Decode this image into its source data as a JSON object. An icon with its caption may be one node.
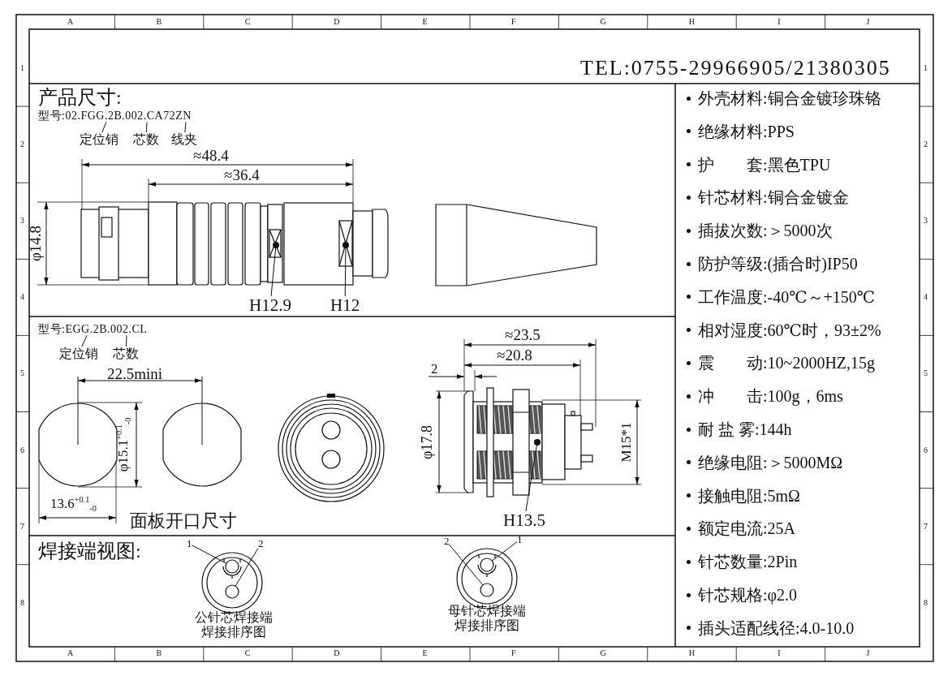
{
  "diagram": {
    "nodes": [
      {
        "text": [
          "型号:02.FGG.2B.002.CA72ZN"
        ]
      },
      {
        "text": [
          "定位销"
        ]
      },
      {
        "text": [
          "芯数"
        ]
      },
      {
        "text": [
          "线夹"
        ]
      },
      {
        "text": [
          "H12.9"
        ]
      },
      {
        "text": [
          "H12"
        ]
      },
      {
        "text": [
          "型号:EGG.2B.002.CL"
        ]
      },
      {
        "text": [
          "定位销"
        ]
      },
      {
        "text": [
          "芯数"
        ]
      },
      {
        "text": [
          "H13.5"
        ]
      },
      {
        "text": [
          "1"
        ]
      },
      {
        "text": [
          "2"
        ]
      },
      {
        "text": [],
        "shape": "circle"
      },
      {
        "text": [],
        "shape": "circle"
      },
      {
        "text": [
          "2"
        ]
      },
      {
        "text": [
          "1"
        ]
      },
      {
        "text": [],
        "shape": "circle"
      },
      {
        "text": [],
        "shape": "circle"
      }
    ],
    "edges": [
      {
        "from": 1,
        "to": 0,
        "arrow": "none"
      },
      {
        "from": 2,
        "to": 0,
        "arrow": "none"
      },
      {
        "from": 3,
        "to": 0,
        "arrow": "none"
      },
      {
        "from": 4,
        "to": null,
        "arrow": "other"
      },
      {
        "from": 5,
        "to": null,
        "arrow": "other"
      },
      {
        "from": 7,
        "to": 6,
        "arrow": "none"
      },
      {
        "from": 8,
        "to": 6,
        "arrow": "none"
      },
      {
        "from": 9,
        "to": null,
        "arrow": "other"
      },
      {
        "from": 10,
        "to": 12,
        "arrow": "none"
      },
      {
        "from": 11,
        "to": 13,
        "arrow": "none"
      },
      {
        "from": 14,
        "to": 17,
        "arrow": "none"
      },
      {
        "from": 15,
        "to": 16,
        "arrow": "none"
      }
    ],
    "labels": [
      "A",
      "B",
      "C",
      "D",
      "E",
      "F",
      "G",
      "H",
      "I",
      "J",
      "TEL:0755-29966905/21380305",
      "产品尺寸:",
      "≈48.4",
      "≈36.4",
      "φ14.8",
      "22.5mini",
      "φ15.1$^{+0.1}$$_{-0}$",
      "13.6$^{+0.1}$$_{-0}$",
      "面板开口尺寸",
      "≈23.5",
      "≈20.8",
      "2",
      "φ17.8",
      "M15*1",
      "焊接端视图:",
      "公针芯焊接端焊接排序图",
      "母针芯焊接端焊接排序图",
      "外壳材料:铜合金镀珍珠铬",
      "绝缘材料:PPS",
      "护　　套:黑色TPU",
      "针芯材料:铜合金镀金",
      "插拔次数:＞5000次",
      "防护等级:(插合时)IP50",
      "工作温度:-40℃～+150℃",
      "相对湿度:60℃时，93±2%",
      "震　　动:10~2000HZ,15g",
      "冲　　击:100g，6ms",
      "耐 盐 雾:144h",
      "绝缘电阻:＞5000MΩ",
      "接触电阻:5mΩ",
      "额定电流:25A",
      "针芯数量:2Pin",
      "针芯规格:φ2.0",
      "插头适配线径:4.0-10.0",
      "1",
      "2",
      "3",
      "4",
      "5",
      "6",
      "7",
      "8",
      "1",
      "2",
      "3",
      "4",
      "5",
      "6",
      "7",
      "8",
      "A",
      "B",
      "C",
      "D",
      "E",
      "F",
      "G",
      "H",
      "I",
      "J"
    ]
  }
}
